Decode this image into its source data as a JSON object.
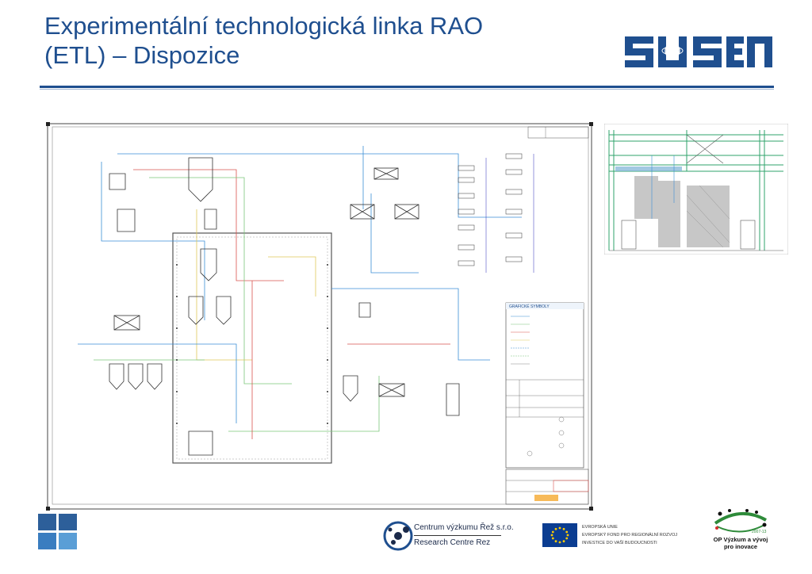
{
  "slide": {
    "title_line1": "Experimentální technologická linka RAO",
    "title_line2": "(ETL) – Dispozice"
  },
  "logo": {
    "text": "SUSEN"
  },
  "drawing": {
    "legend_title": "GRAFICKÉ SYMBOLY"
  },
  "footer": {
    "crr_name": "Centrum výzkumu Řež s.r.o.",
    "crr_english": "Research Centre Rez",
    "eu_lines": [
      "EVROPSKÁ UNIE",
      "EVROPSKÝ FOND PRO REGIONÁLNÍ ROZVOJ",
      "INVESTICE DO VAŠÍ BUDOUCNOSTI"
    ],
    "op_text_line1": "OP Výzkum a vývoj",
    "op_text_line2": "pro inovace",
    "op_years": "2007-13"
  },
  "colors": {
    "title": "#1f4f8f",
    "line_blue": "#3b8fd6",
    "line_green": "#7bc67a",
    "line_red": "#d9534f",
    "line_yellow": "#e0c95a",
    "building_green": "#2fa36b",
    "hatch_gray": "#b9b9b9",
    "eu_blue": "#0b3d91",
    "eu_star": "#ffcc00",
    "op_green": "#2e8b3a"
  }
}
